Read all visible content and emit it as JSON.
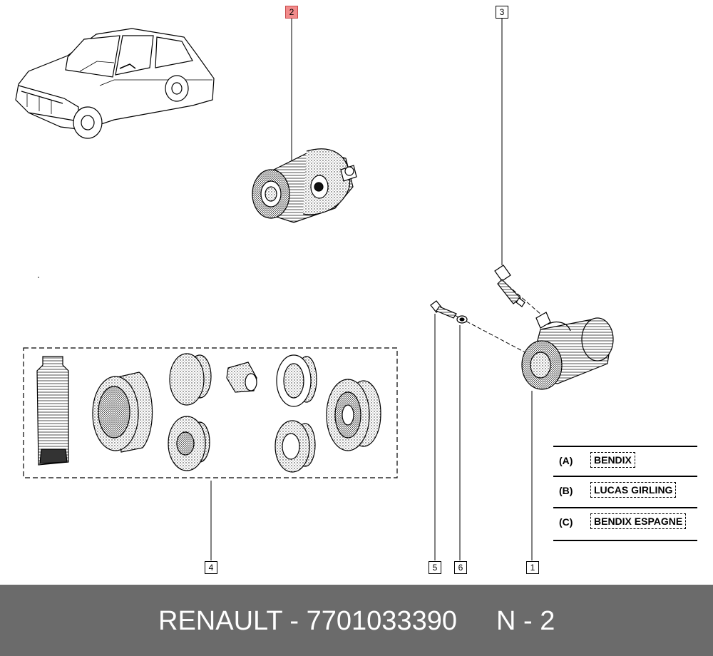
{
  "callouts": [
    "1",
    "2",
    "3",
    "4",
    "5",
    "6"
  ],
  "legend": [
    {
      "key": "(A)",
      "brand": "BENDIX"
    },
    {
      "key": "(B)",
      "brand": "LUCAS GIRLING"
    },
    {
      "key": "(C)",
      "brand": "BENDIX ESPAGNE"
    }
  ],
  "footer": {
    "brand": "RENAULT - 7701033390",
    "page": "N - 2"
  },
  "colors": {
    "highlight": "#f28b8b",
    "footer_bg": "#6b6b6b"
  },
  "icons": [
    "car-icon",
    "wheel-cylinder-icon",
    "bleed-screw-icon",
    "bolt-icon",
    "washer-icon",
    "repair-kit-icon"
  ]
}
